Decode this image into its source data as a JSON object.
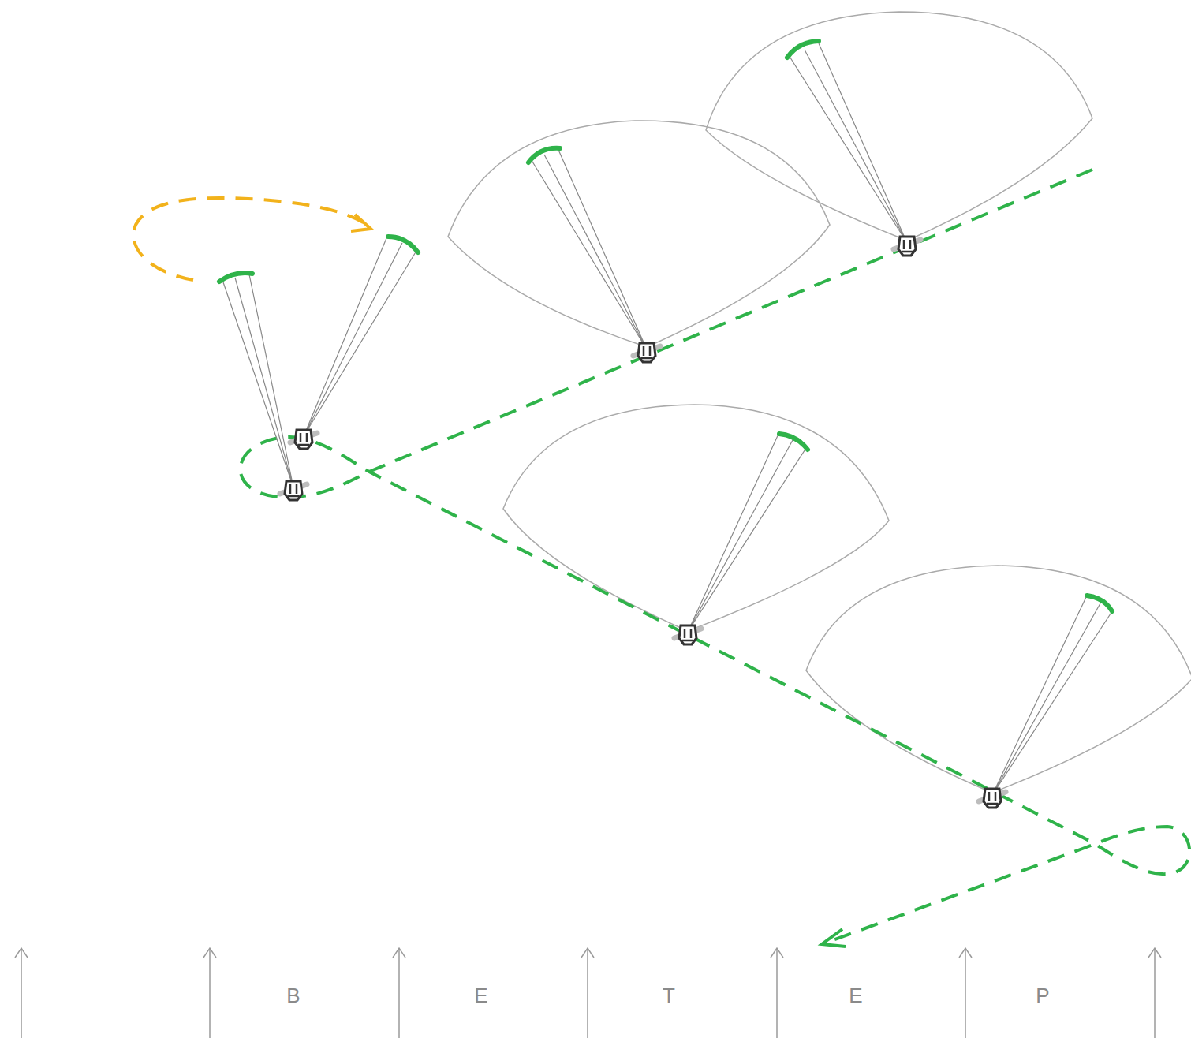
{
  "diagram": {
    "labels": [
      "В",
      "Е",
      "Т",
      "Е",
      "Р"
    ]
  }
}
